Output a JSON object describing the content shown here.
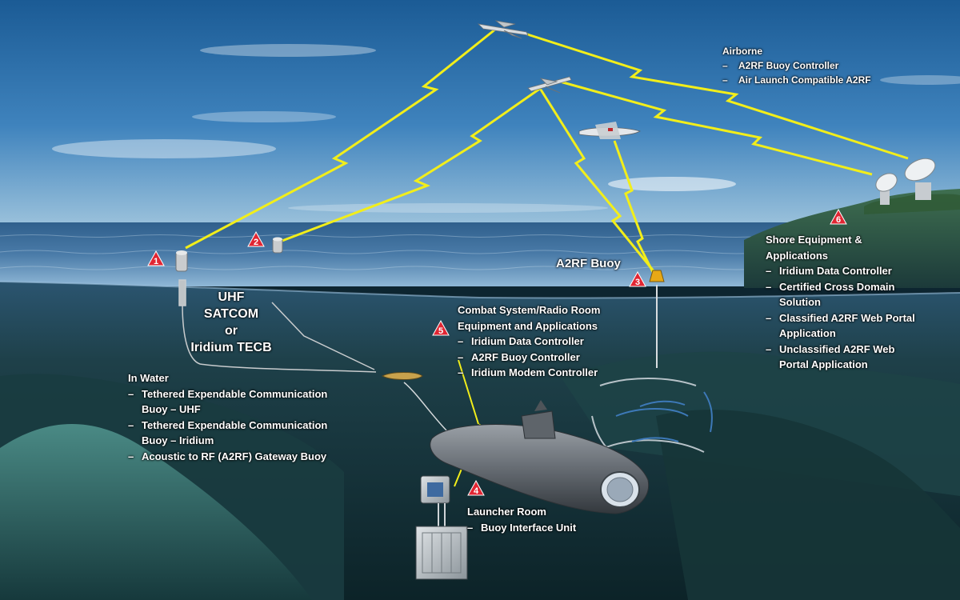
{
  "markers": {
    "m1": "1",
    "m2": "2",
    "m3": "3",
    "m4": "4",
    "m5": "5",
    "m6": "6"
  },
  "airborne": {
    "title": "Airborne",
    "items": [
      "A2RF Buoy Controller",
      "Air Launch Compatible A2RF"
    ]
  },
  "shore": {
    "title": "Shore Equipment & Applications",
    "items": [
      "Iridium Data Controller",
      "Certified Cross Domain Solution",
      "Classified A2RF Web Portal Application",
      "Unclassified A2RF Web Portal Application"
    ]
  },
  "a2rf_buoy_label": "A2RF Buoy",
  "tecb_label": {
    "line1": "UHF SATCOM",
    "line2": "or",
    "line3": "Iridium TECB"
  },
  "combat_system": {
    "title_line1": "Combat System/Radio Room",
    "title_line2": "Equipment and Applications",
    "items": [
      "Iridium Data Controller",
      "A2RF Buoy Controller",
      "Iridium Modem Controller"
    ]
  },
  "in_water": {
    "title": "In Water",
    "items": [
      "Tethered Expendable Communication Buoy – UHF",
      "Tethered Expendable Communication Buoy – Iridium",
      "Acoustic to RF (A2RF) Gateway Buoy"
    ]
  },
  "launcher_room": {
    "title": "Launcher Room",
    "items": [
      "Buoy Interface Unit"
    ]
  },
  "dash": "–",
  "colors": {
    "link": "#f2ee1a",
    "marker_fill": "#e12633",
    "sky_top": "#1b5d97",
    "sea": "#3b6e99",
    "seafloor": "#0e2b30"
  }
}
